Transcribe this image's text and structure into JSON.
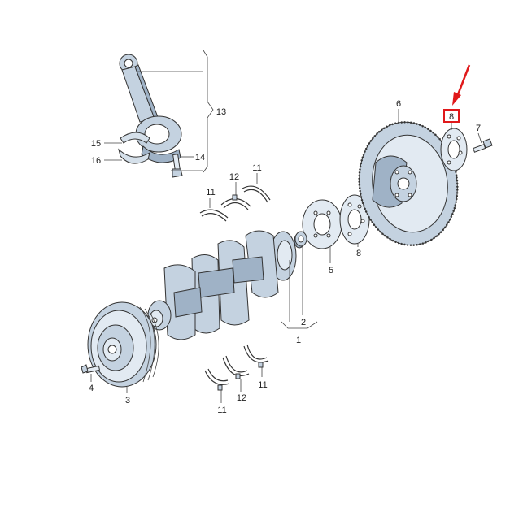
{
  "callouts": {
    "c1": "1",
    "c2": "2",
    "c3": "3",
    "c4": "4",
    "c5": "5",
    "c6": "6",
    "c7": "7",
    "c8": "8",
    "c8h": "8",
    "c11a": "11",
    "c11b": "11",
    "c11c": "11",
    "c11d": "11",
    "c12a": "12",
    "c12b": "12",
    "c13": "13",
    "c14": "14",
    "c15": "15",
    "c16": "16"
  },
  "colors": {
    "highlight": "#e0191b",
    "part_fill": "#c4d2e0",
    "line": "#333333"
  },
  "icons": {
    "pointer": "red-arrow-icon"
  }
}
